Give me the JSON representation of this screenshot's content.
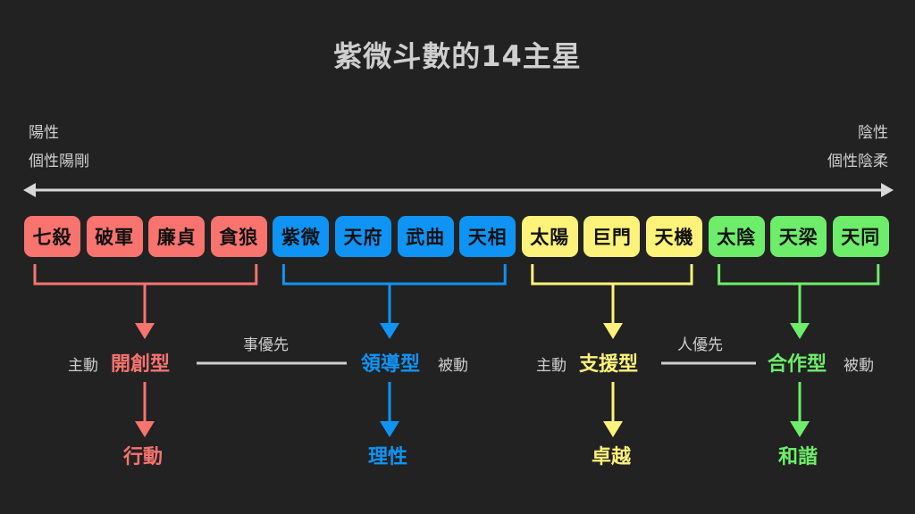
{
  "title": "紫微斗數的14主星",
  "axis": {
    "left": {
      "title": "陽性",
      "desc": "個性陽剛"
    },
    "right": {
      "title": "陰性",
      "desc": "個性陰柔"
    }
  },
  "colors": {
    "background": "#222222",
    "red": "#f9736f",
    "blue": "#0f94f5",
    "yellow": "#fdf27a",
    "green": "#6ded6a",
    "axis": "#d8d8d8"
  },
  "groups": [
    {
      "key": "red",
      "stars": [
        "七殺",
        "破軍",
        "廉貞",
        "貪狼"
      ],
      "type": "開創型",
      "side": "主動",
      "outcome": "行動"
    },
    {
      "key": "blue",
      "stars": [
        "紫微",
        "天府",
        "武曲",
        "天相"
      ],
      "type": "領導型",
      "side": "被動",
      "outcome": "理性"
    },
    {
      "key": "yellow",
      "stars": [
        "太陽",
        "巨門",
        "天機"
      ],
      "type": "支援型",
      "side": "主動",
      "outcome": "卓越"
    },
    {
      "key": "green",
      "stars": [
        "太陰",
        "天梁",
        "天同"
      ],
      "type": "合作型",
      "side": "被動",
      "outcome": "和諧"
    }
  ],
  "priorities": [
    {
      "label": "事優先"
    },
    {
      "label": "人優先"
    }
  ]
}
